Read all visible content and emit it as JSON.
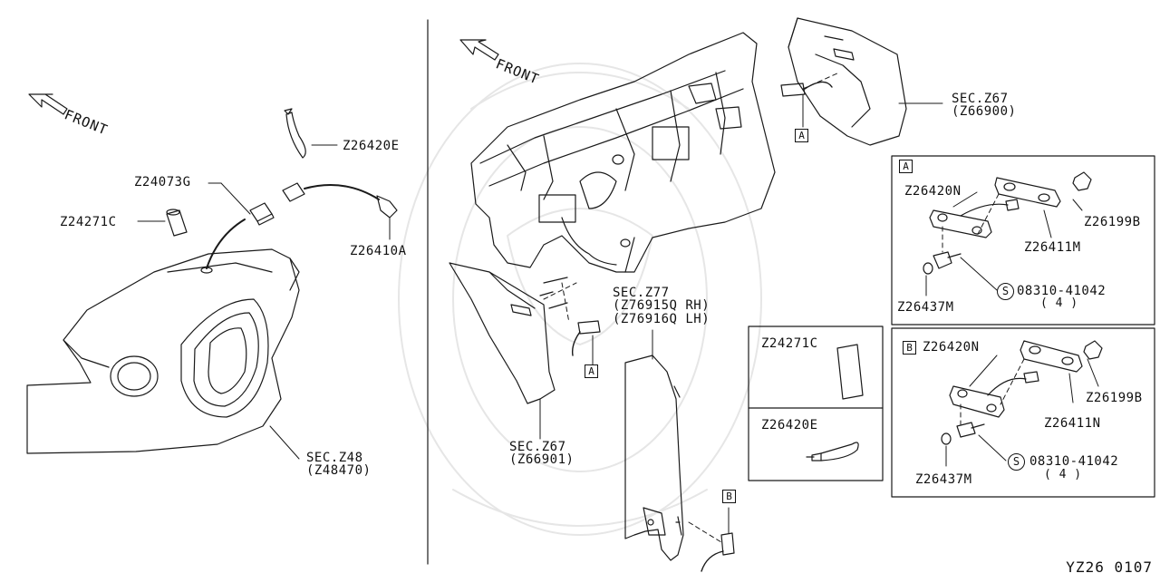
{
  "diagram": {
    "front_left": "FRONT",
    "front_right": "FRONT",
    "code": "YZ26 0107",
    "labels": {
      "z26420e": "Z26420E",
      "z24073g": "Z24073G",
      "z24271c": "Z24271C",
      "z26410a": "Z26410A",
      "sec_z48": "SEC.Z48",
      "z48470": "(Z48470)",
      "sec_z67_top": "SEC.Z67",
      "z66900": "(Z66900)",
      "sec_z77": "SEC.Z77",
      "z76915q": "(Z76915Q RH)",
      "z76916q": "(Z76916Q LH)",
      "sec_z67_bottom": "SEC.Z67",
      "z66901": "(Z66901)",
      "tag_a_main": "A",
      "tag_b_main": "B",
      "tag_a_lower": "A"
    },
    "detail_a": {
      "tag": "A",
      "z26420n": "Z26420N",
      "z26199b": "Z26199B",
      "z26411m": "Z26411M",
      "stamp": "S",
      "bolt": "08310-41042",
      "qty": "( 4 )",
      "z26437m": "Z26437M"
    },
    "detail_b": {
      "tag": "B",
      "z26420n": "Z26420N",
      "z26199b": "Z26199B",
      "z26411n": "Z26411N",
      "stamp": "S",
      "bolt": "08310-41042",
      "qty": "( 4 )",
      "z26437m": "Z26437M"
    },
    "legend": {
      "item1": "Z24271C",
      "item2": "Z26420E"
    }
  }
}
